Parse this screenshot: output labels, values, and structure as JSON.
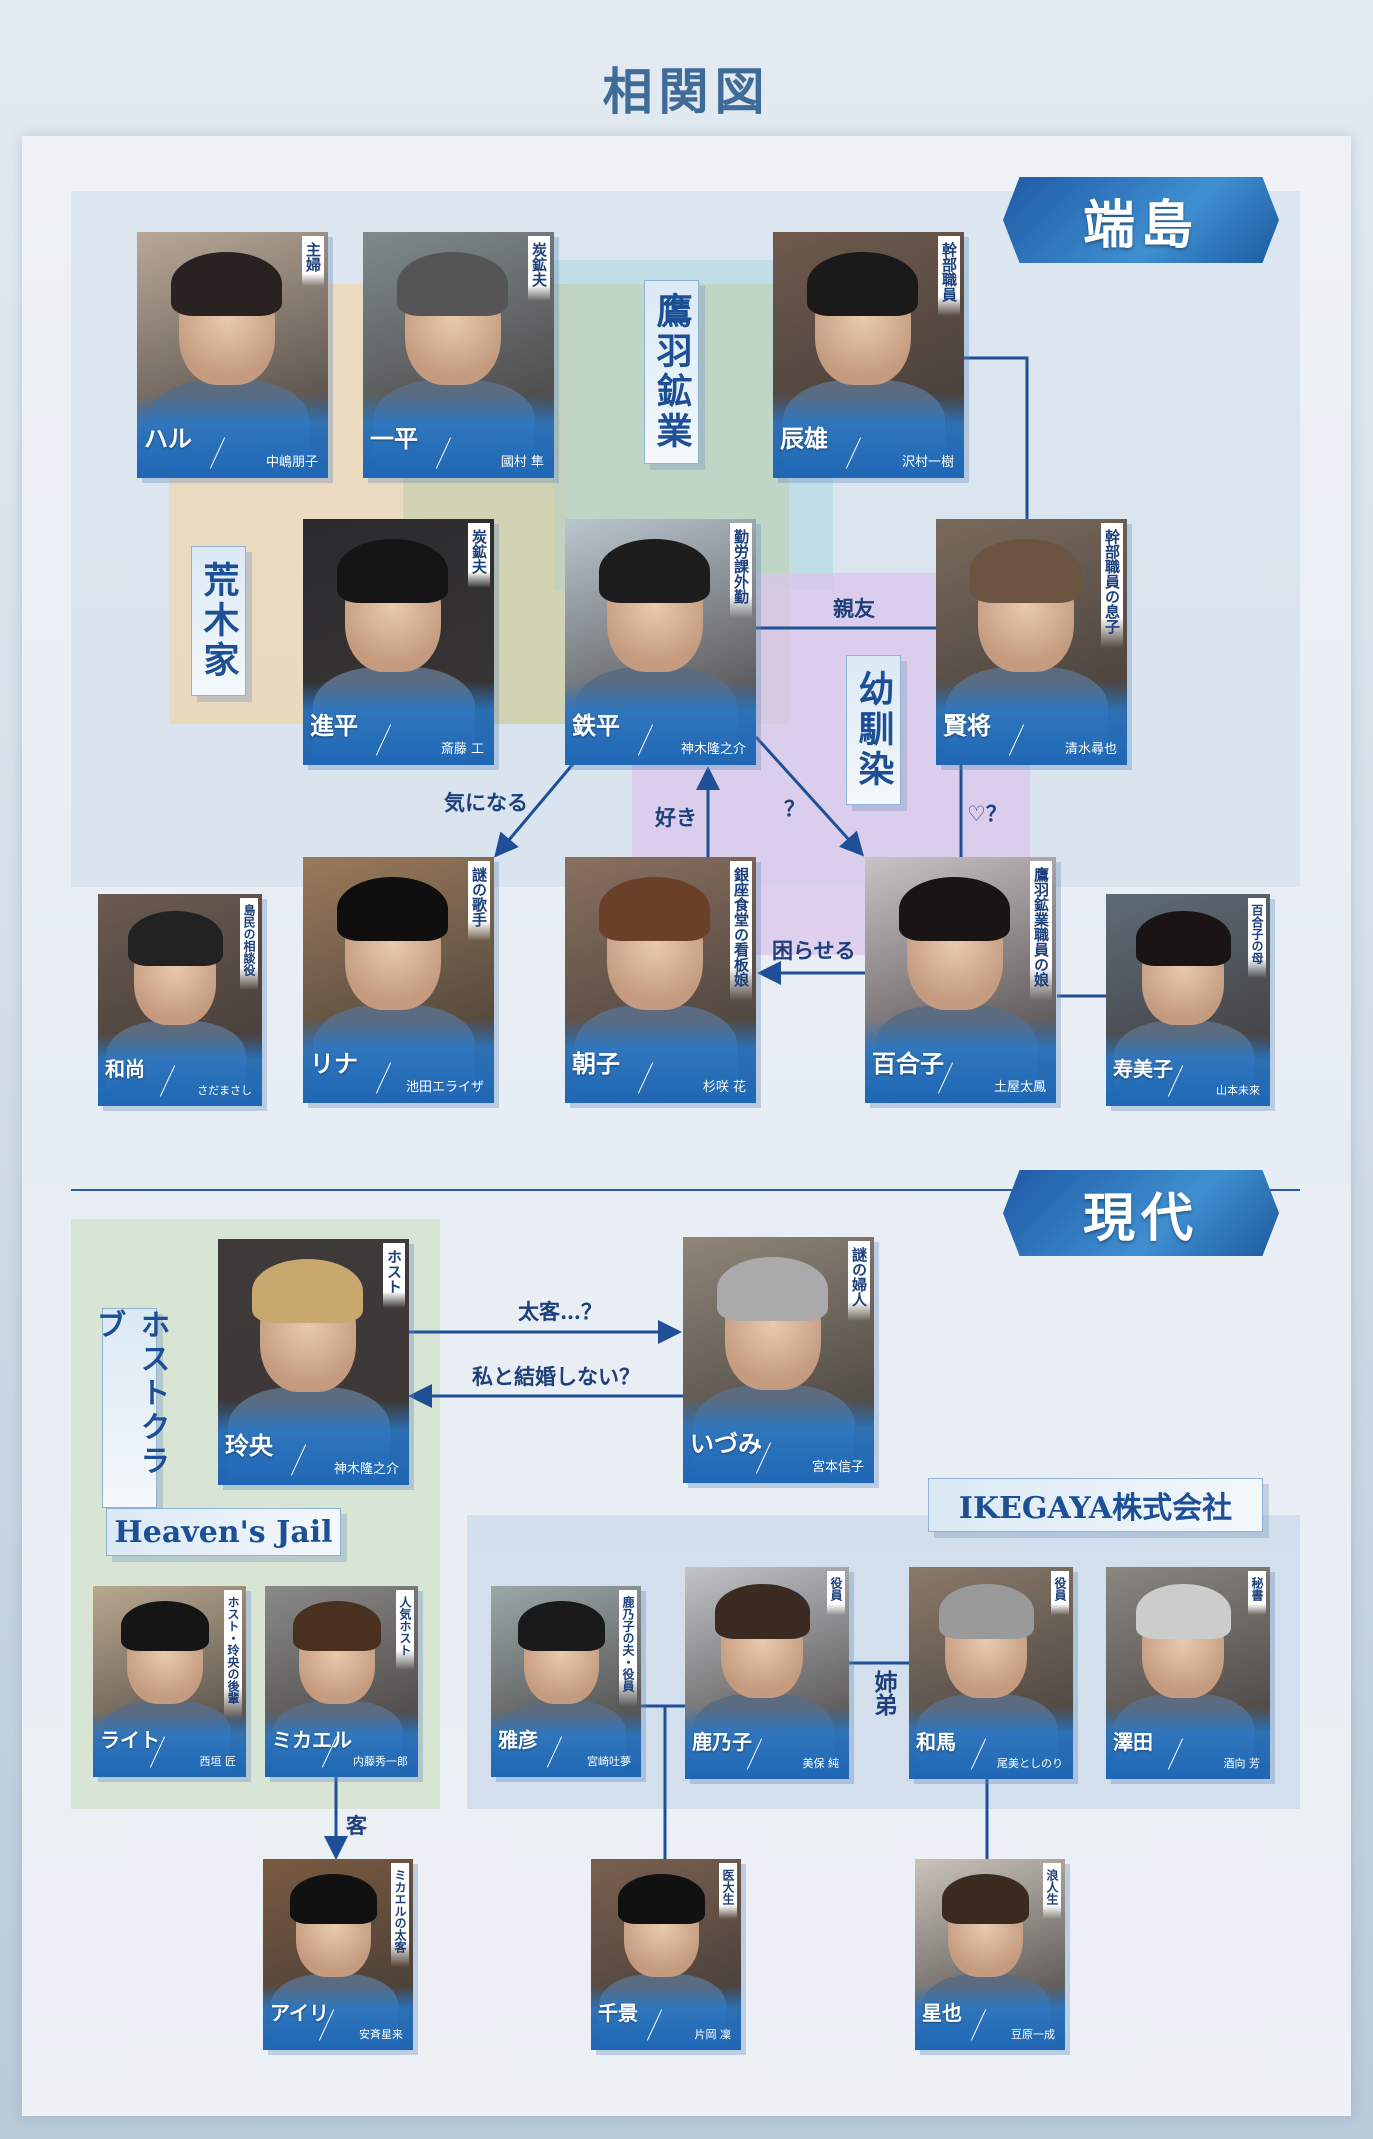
{
  "title": "相関図",
  "sections": {
    "past": "端島",
    "present": "現代"
  },
  "groups": {
    "mining": "鷹羽鉱業",
    "araki": "荒木家",
    "childhood": "幼馴染",
    "hostclub": "ホストクラブ",
    "hostclub_en": "Heaven's Jail",
    "company": "IKEGAYA株式会社"
  },
  "characters": [
    {
      "name": "ハル",
      "actor": "中嶋朋子",
      "role": "主婦"
    },
    {
      "name": "一平",
      "actor": "國村 隼",
      "role": "炭鉱夫"
    },
    {
      "name": "辰雄",
      "actor": "沢村一樹",
      "role": "幹部職員"
    },
    {
      "name": "進平",
      "actor": "斎藤 工",
      "role": "炭鉱夫"
    },
    {
      "name": "鉄平",
      "actor": "神木隆之介",
      "role": "勤労課外勤"
    },
    {
      "name": "賢将",
      "actor": "清水尋也",
      "role": "幹部職員の息子"
    },
    {
      "name": "和尚",
      "actor": "さだまさし",
      "role": "島民の相談役"
    },
    {
      "name": "リナ",
      "actor": "池田エライザ",
      "role": "謎の歌手"
    },
    {
      "name": "朝子",
      "actor": "杉咲 花",
      "role": "銀座食堂の看板娘"
    },
    {
      "name": "百合子",
      "actor": "土屋太鳳",
      "role": "鷹羽鉱業職員の娘"
    },
    {
      "name": "寿美子",
      "actor": "山本未來",
      "role": "百合子の母"
    },
    {
      "name": "玲央",
      "actor": "神木隆之介",
      "role": "ホスト"
    },
    {
      "name": "いづみ",
      "actor": "宮本信子",
      "role": "謎の婦人"
    },
    {
      "name": "ライト",
      "actor": "西垣 匠",
      "role": "ホスト・玲央の後輩"
    },
    {
      "name": "ミカエル",
      "actor": "内藤秀一郎",
      "role": "人気ホスト"
    },
    {
      "name": "雅彦",
      "actor": "宮崎吐夢",
      "role": "鹿乃子の夫・役員"
    },
    {
      "name": "鹿乃子",
      "actor": "美保 純",
      "role": "役員"
    },
    {
      "name": "和馬",
      "actor": "尾美としのり",
      "role": "役員"
    },
    {
      "name": "澤田",
      "actor": "酒向 芳",
      "role": "秘書"
    },
    {
      "name": "アイリ",
      "actor": "安斉星来",
      "role": "ミカエルの太客"
    },
    {
      "name": "千景",
      "actor": "片岡 凜",
      "role": "医大生"
    },
    {
      "name": "星也",
      "actor": "豆原一成",
      "role": "浪人生"
    }
  ],
  "relations": {
    "best_friend": "親友",
    "curious": "気になる",
    "likes": "好き",
    "question": "？",
    "heart_question": "♡？",
    "troubles": "困らせる",
    "big_client": "太客…？",
    "marry": "私と結婚しない？",
    "siblings": "姉弟",
    "client": "客"
  },
  "colors": {
    "accent": "#1d4f96",
    "line": "#1f4f96"
  }
}
